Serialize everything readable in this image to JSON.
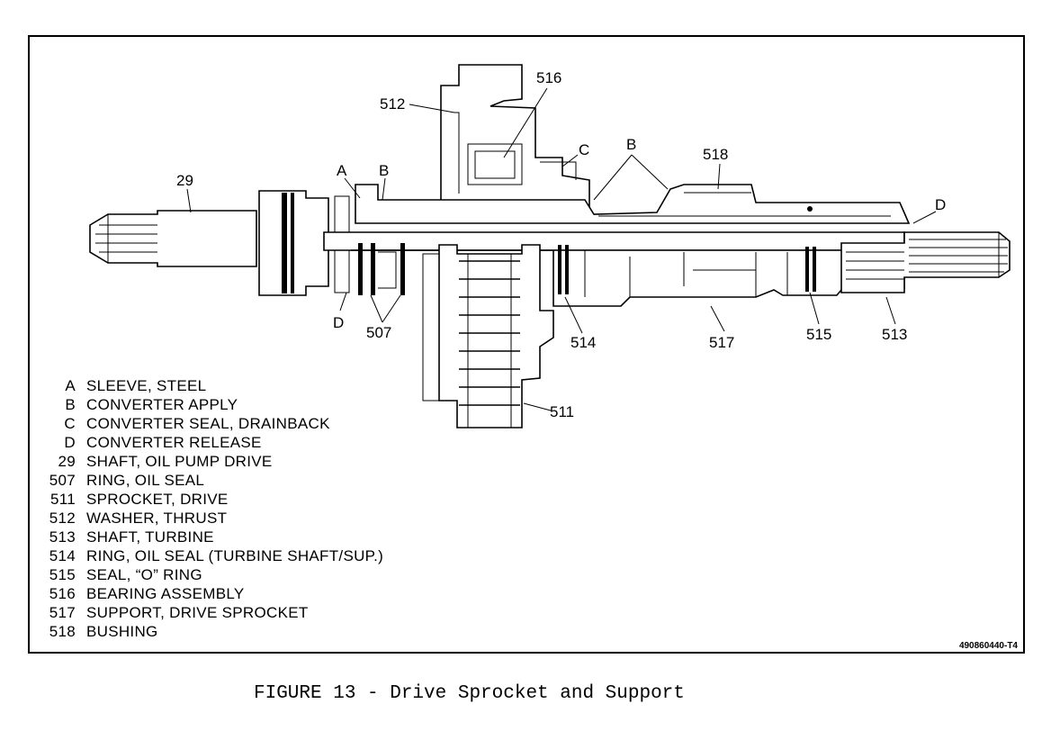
{
  "diagram": {
    "callouts": {
      "c516": "516",
      "c512": "512",
      "cC": "C",
      "cB1": "B",
      "cB2": "B",
      "cA": "A",
      "c29": "29",
      "c518": "518",
      "cD1": "D",
      "cD2": "D",
      "c507": "507",
      "c514": "514",
      "c517": "517",
      "c515": "515",
      "c513": "513",
      "c511": "511"
    },
    "legend": [
      {
        "key": "A",
        "text": "SLEEVE, STEEL"
      },
      {
        "key": "B",
        "text": "CONVERTER APPLY"
      },
      {
        "key": "C",
        "text": "CONVERTER SEAL, DRAINBACK"
      },
      {
        "key": "D",
        "text": "CONVERTER RELEASE"
      },
      {
        "key": "29",
        "text": "SHAFT, OIL PUMP DRIVE"
      },
      {
        "key": "507",
        "text": "RING, OIL SEAL"
      },
      {
        "key": "511",
        "text": "SPROCKET, DRIVE"
      },
      {
        "key": "512",
        "text": "WASHER, THRUST"
      },
      {
        "key": "513",
        "text": "SHAFT, TURBINE"
      },
      {
        "key": "514",
        "text": "RING, OIL SEAL (TURBINE SHAFT/SUP.)"
      },
      {
        "key": "515",
        "text": "SEAL, “O” RING"
      },
      {
        "key": "516",
        "text": "BEARING ASSEMBLY"
      },
      {
        "key": "517",
        "text": "SUPPORT, DRIVE SPROCKET"
      },
      {
        "key": "518",
        "text": "BUSHING"
      }
    ],
    "drawing_code": "490860440-T4",
    "caption": "FIGURE 13 - Drive Sprocket and Support"
  }
}
